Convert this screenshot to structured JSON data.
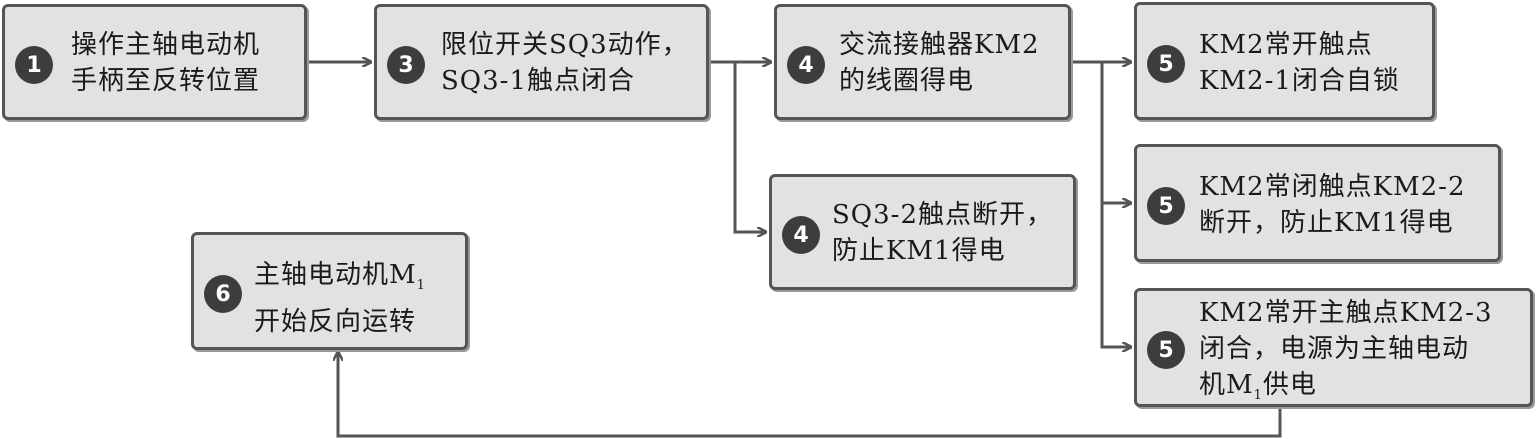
{
  "colors": {
    "box_fill": "#e2e2e2",
    "border": "#555555",
    "badge": "#3d3d3d",
    "arrow": "#555555"
  },
  "steps": [
    {
      "num": "1",
      "lines": [
        "操作主轴电动机",
        "手柄至反转位置"
      ]
    },
    {
      "num": "3",
      "lines": [
        "限位开关SQ3动作，",
        "SQ3-1触点闭合"
      ]
    },
    {
      "num": "4",
      "lines": [
        "交流接触器KM2",
        "的线圈得电"
      ]
    },
    {
      "num": "5",
      "lines": [
        "KM2常开触点",
        "KM2-1闭合自锁"
      ]
    },
    {
      "num": "4",
      "lines": [
        "SQ3-2触点断开，",
        "防止KM1得电"
      ]
    },
    {
      "num": "5",
      "lines": [
        "KM2常闭触点KM2-2",
        "断开，防止KM1得电"
      ]
    },
    {
      "num": "6",
      "lines": [
        "主轴电动机M",
        "开始反向运转"
      ],
      "subscript": "1"
    },
    {
      "num": "5",
      "lines": [
        "KM2常开主触点KM2-3",
        "闭合，电源为主轴电动",
        "机M"
      ],
      "subscript": "1",
      "tail": "供电"
    }
  ]
}
